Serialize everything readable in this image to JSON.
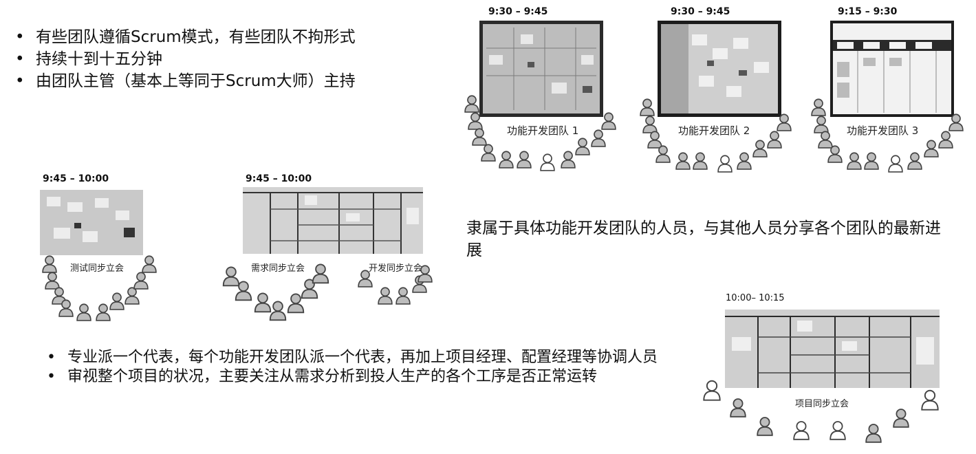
{
  "top_bullets": [
    "有些团队遵循Scrum模式，有些团队不拘形式",
    "持续十到十五分钟",
    "由团队主管（基本上等同于Scrum大师）主持"
  ],
  "middle_text": "隶属于具体功能开发团队的人员，与其他人员分享各个团队的最新进展",
  "bottom_bullets": [
    "专业派一个代表，每个功能开发团队派一个代表，再加上项目经理、配置经理等协调人员",
    "审视整个项目的状况，主要关注从需求分析到投人生产的各个工序是否正常运转"
  ],
  "meetings": {
    "feature1": {
      "time": "9:30 – 9:45",
      "label": "功能开发团队 1"
    },
    "feature2": {
      "time": "9:30 – 9:45",
      "label": "功能开发团队 2"
    },
    "feature3": {
      "time": "9:15 – 9:30",
      "label": "功能开发团队 3"
    },
    "test": {
      "time": "9:45 – 10:00",
      "label": "测试同步立会"
    },
    "req": {
      "time": "9:45 – 10:00",
      "label": "需求同步立会"
    },
    "dev": {
      "label": "开发同步立会"
    },
    "project": {
      "time": "10:00– 10:15",
      "label": "项目同步立会"
    }
  }
}
